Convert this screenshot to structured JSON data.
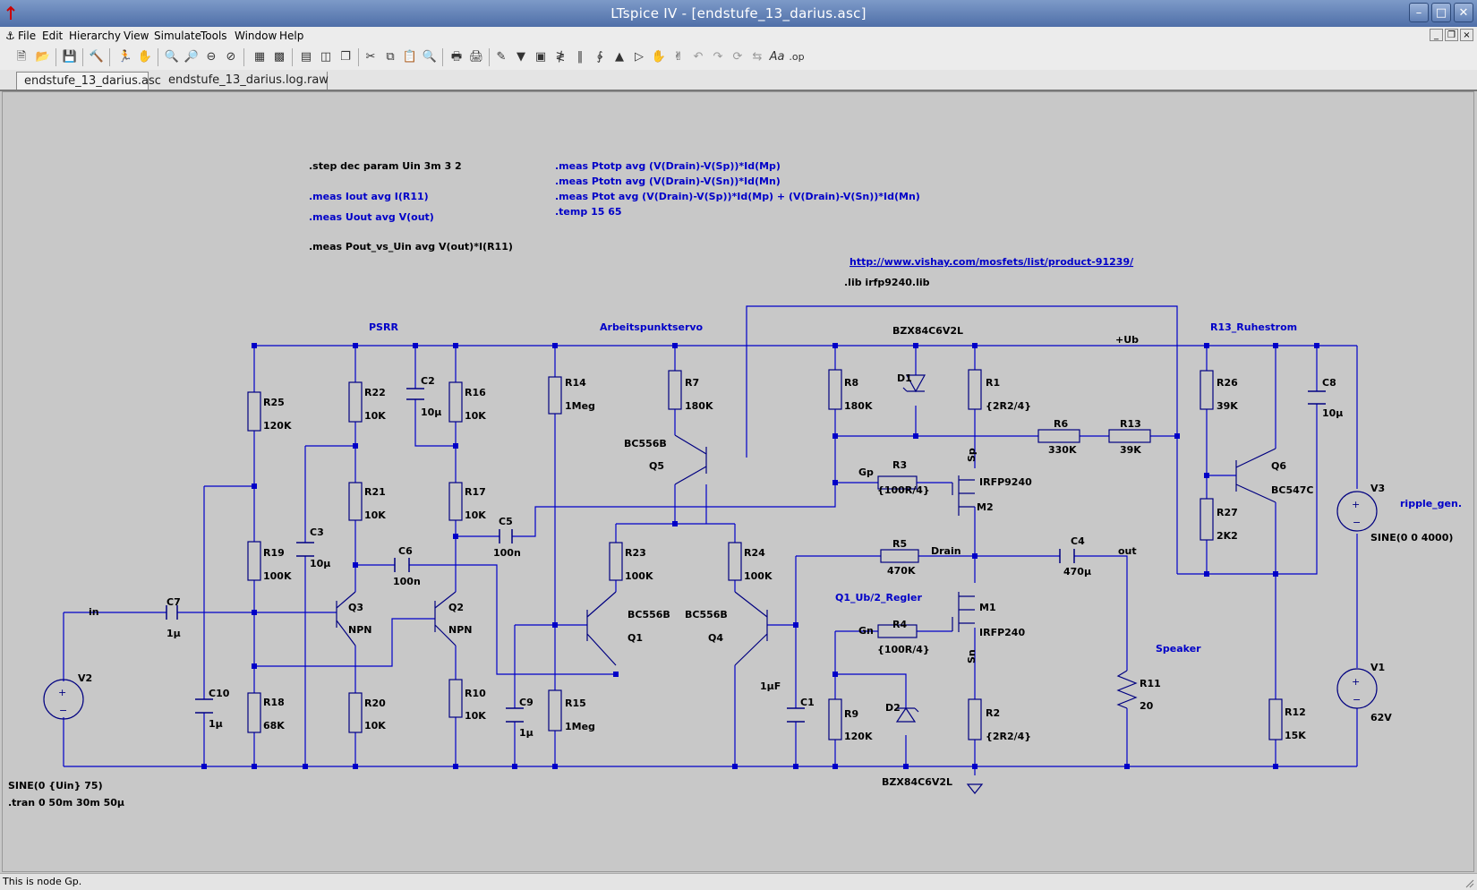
{
  "window": {
    "title": "LTspice IV - [endstufe_13_darius.asc]"
  },
  "menu": [
    {
      "label": "File"
    },
    {
      "label": "Edit"
    },
    {
      "label": "Hierarchy"
    },
    {
      "label": "View"
    },
    {
      "label": "Simulate"
    },
    {
      "label": "Tools"
    },
    {
      "label": "Window"
    },
    {
      "label": "Help"
    }
  ],
  "tabs": [
    {
      "label": "endstufe_13_darius.asc",
      "active": true
    },
    {
      "label": "endstufe_13_darius.log.raw",
      "active": false
    }
  ],
  "toolbar_icons": [
    "new-schematic-icon",
    "open-icon",
    "save-icon",
    "control-panel-icon",
    "run-icon",
    "halt-icon",
    "zoom-in-icon",
    "zoom-area-icon",
    "zoom-out-icon",
    "zoom-cancel-icon",
    "autorange-icon",
    "pan-icon",
    "tile-horizontal-icon",
    "tile-vertical-icon",
    "cascade-icon",
    "cut-icon",
    "copy-icon",
    "paste-icon",
    "find-icon",
    "print-setup-icon",
    "print-icon",
    "wire-icon",
    "ground-icon",
    "label-net-icon",
    "resistor-icon",
    "capacitor-icon",
    "inductor-icon",
    "diode-icon",
    "component-icon",
    "move-icon",
    "drag-icon",
    "undo-icon",
    "redo-icon",
    "rotate-icon",
    "mirror-icon",
    "text-icon",
    "spice-directive-icon"
  ],
  "directives": {
    "step": ".step dec param Uin 3m 3 2",
    "meas_iout": ".meas Iout avg I(R11)",
    "meas_uout": ".meas Uout avg V(out)",
    "meas_pout": ".meas Pout_vs_Uin avg V(out)*I(R11)",
    "meas_ptotp": ".meas Ptotp avg (V(Drain)-V(Sp))*Id(Mp)",
    "meas_ptotn": ".meas Ptotn avg (V(Drain)-V(Sn))*Id(Mn)",
    "meas_ptot": ".meas Ptot avg (V(Drain)-V(Sp))*Id(Mp) + (V(Drain)-V(Sn))*Id(Mn)",
    "temp": ".temp 15 65",
    "url": "http://www.vishay.com/mosfets/list/product-91239/",
    "lib": ".lib irfp9240.lib",
    "sine_v2": "SINE(0 {Uin} 75)",
    "tran": ".tran 0 50m 30m 50µ"
  },
  "comments": {
    "psrr": "PSRR",
    "servo": "Arbeitspunktservo",
    "r13": "R13_Ruhestrom",
    "q1reg": "Q1_Ub/2_Regler",
    "speaker": "Speaker",
    "ripple": "ripple_gen."
  },
  "nets": {
    "ub": "+Ub",
    "in": "in",
    "out": "out",
    "drain": "Drain",
    "gp": "Gp",
    "gn": "Gn",
    "sp": "Sp",
    "sn": "Sn"
  },
  "components": {
    "R25": {
      "name": "R25",
      "value": "120K"
    },
    "R19": {
      "name": "R19",
      "value": "100K"
    },
    "R18": {
      "name": "R18",
      "value": "68K"
    },
    "R22": {
      "name": "R22",
      "value": "10K"
    },
    "R21": {
      "name": "R21",
      "value": "10K"
    },
    "R20": {
      "name": "R20",
      "value": "10K"
    },
    "R16": {
      "name": "R16",
      "value": "10K"
    },
    "R17": {
      "name": "R17",
      "value": "10K"
    },
    "R10": {
      "name": "R10",
      "value": "10K"
    },
    "R14": {
      "name": "R14",
      "value": "1Meg"
    },
    "R15": {
      "name": "R15",
      "value": "1Meg"
    },
    "R7": {
      "name": "R7",
      "value": "180K"
    },
    "R23": {
      "name": "R23",
      "value": "100K"
    },
    "R24": {
      "name": "R24",
      "value": "100K"
    },
    "R8": {
      "name": "R8",
      "value": "180K"
    },
    "R9": {
      "name": "R9",
      "value": "120K"
    },
    "R1": {
      "name": "R1",
      "value": "{2R2/4}"
    },
    "R2": {
      "name": "R2",
      "value": "{2R2/4}"
    },
    "R3": {
      "name": "R3",
      "value": "{100R/4}"
    },
    "R4": {
      "name": "R4",
      "value": "{100R/4}"
    },
    "R5": {
      "name": "R5",
      "value": "470K"
    },
    "R6": {
      "name": "R6",
      "value": "330K"
    },
    "R13": {
      "name": "R13",
      "value": "39K"
    },
    "R26": {
      "name": "R26",
      "value": "39K"
    },
    "R27": {
      "name": "R27",
      "value": "2K2"
    },
    "R12": {
      "name": "R12",
      "value": "15K"
    },
    "R11": {
      "name": "R11",
      "value": "20"
    },
    "C7": {
      "name": "C7",
      "value": "1µ"
    },
    "C10": {
      "name": "C10",
      "value": "1µ"
    },
    "C3": {
      "name": "C3",
      "value": "10µ"
    },
    "C2": {
      "name": "C2",
      "value": "10µ"
    },
    "C6": {
      "name": "C6",
      "value": "100n"
    },
    "C5": {
      "name": "C5",
      "value": "100n"
    },
    "C9": {
      "name": "C9",
      "value": "1µ"
    },
    "C1": {
      "name": "C1",
      "value": "1µF"
    },
    "C4": {
      "name": "C4",
      "value": "470µ"
    },
    "C8": {
      "name": "C8",
      "value": "10µ"
    },
    "D1": {
      "name": "D1",
      "value": "BZX84C6V2L"
    },
    "D2": {
      "name": "D2",
      "value": "BZX84C6V2L"
    },
    "Q3": {
      "name": "Q3",
      "value": "NPN"
    },
    "Q2": {
      "name": "Q2",
      "value": "NPN"
    },
    "Q1": {
      "name": "Q1",
      "value": "BC556B"
    },
    "Q4": {
      "name": "Q4",
      "value": "BC556B"
    },
    "Q5": {
      "name": "Q5",
      "value": "BC556B"
    },
    "Q6": {
      "name": "Q6",
      "value": "BC547C"
    },
    "M2": {
      "name": "M2",
      "value": "IRFP9240"
    },
    "M1": {
      "name": "M1",
      "value": "IRFP240"
    },
    "V2": {
      "name": "V2"
    },
    "V3": {
      "name": "V3",
      "value": "SINE(0 0 4000)"
    },
    "V1": {
      "name": "V1",
      "value": "62V"
    }
  },
  "status": {
    "text": "This is node Gp."
  },
  "colors": {
    "wire": "#0000c8",
    "component": "#000080",
    "background": "#c8c8c8",
    "directive": "#0000c8"
  }
}
